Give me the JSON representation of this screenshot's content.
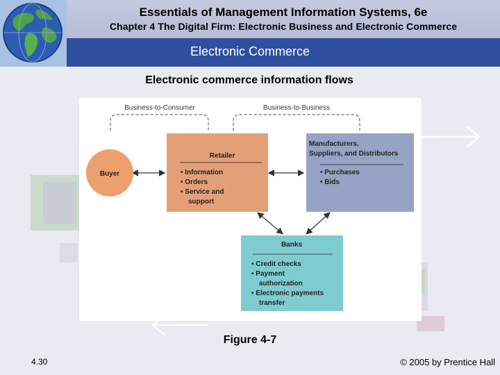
{
  "header": {
    "app_title": "Essentials of Management Information Systems, 6e",
    "chapter_title": "Chapter 4 The Digital Firm: Electronic Business and Electronic Commerce",
    "section_title": "Electronic Commerce"
  },
  "slide": {
    "diagram_title": "Electronic commerce information flows",
    "figure_caption": "Figure 4-7",
    "slide_number": "4.30",
    "copyright": "© 2005 by Prentice Hall"
  },
  "diagram": {
    "b2c_label": "Business-to-Consumer",
    "b2b_label": "Business-to-Business",
    "buyer": {
      "label": "Buyer",
      "color": "#ee9f6e"
    },
    "retailer": {
      "title": "Retailer",
      "color": "#e39f78",
      "items": [
        "• Information",
        "• Orders",
        "• Service and",
        "support"
      ]
    },
    "manufacturers": {
      "title_line1": "Manufacturers,",
      "title_line2": "Suppliers, and Distributors",
      "color": "#97a3c4",
      "items": [
        "• Purchases",
        "• Bids"
      ]
    },
    "banks": {
      "title": "Banks",
      "color": "#7fccd0",
      "items": [
        "• Credit checks",
        "• Payment",
        "authorization",
        "• Electronic payments",
        "transfer"
      ]
    }
  },
  "colors": {
    "title_band": "#c4c9de",
    "subtitle_band": "#2f4f9f",
    "background": "#e9eaf2"
  },
  "icons": {
    "header_logo": "globe-icon"
  }
}
